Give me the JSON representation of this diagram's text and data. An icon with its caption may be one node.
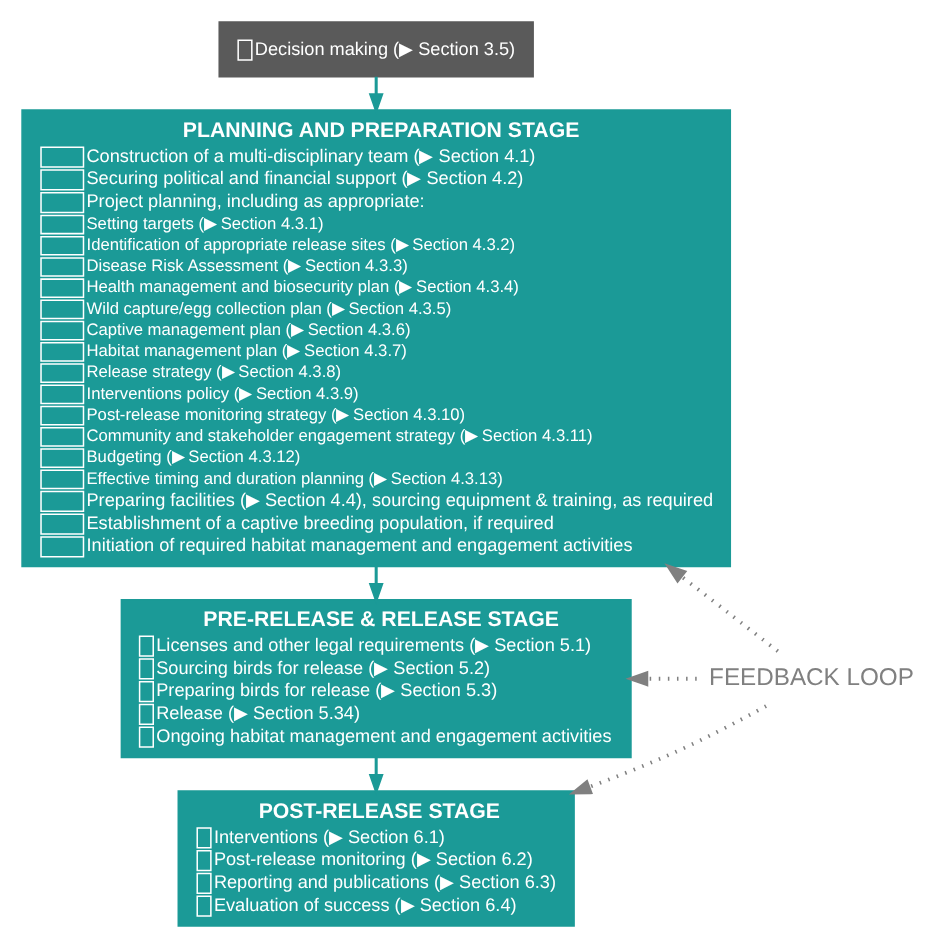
{
  "diagram": {
    "nodes": [
      {
        "text": [
          "Decision making (▶ Section 3.5)"
        ]
      },
      {
        "text": [
          "PLANNING AND PREPARATION STAGE",
          "Construction of a multi-disciplinary team (▶ Section 4.1)",
          "Securing political and financial support (▶ Section 4.2)",
          "Project planning, including as appropriate:",
          "Setting targets (▶ Section 4.3.1)",
          "Identification of appropriate release sites (▶ Section 4.3.2)",
          "Disease Risk Assessment (▶ Section 4.3.3)",
          "Health management and biosecurity plan (▶ Section 4.3.4)",
          "Wild capture/egg collection plan (▶ Section 4.3.5)",
          "Captive management plan (▶ Section 4.3.6)",
          "Habitat management plan (▶ Section 4.3.7)",
          "Release strategy (▶ Section 4.3.8)",
          "Interventions policy (▶ Section 4.3.9)",
          "Post-release monitoring strategy (▶ Section 4.3.10)",
          "Community and stakeholder engagement strategy (▶ Section 4.3.11)",
          "Budgeting (▶ Section 4.3.12)",
          "Effective timing and duration planning (▶ Section 4.3.13)",
          "Preparing facilities (▶ Section 4.4), sourcing equipment & training, as required",
          "Establishment of a captive breeding population, if required",
          "Initiation of required habitat management and engagement activities"
        ]
      },
      {
        "text": [
          "PRE-RELEASE & RELEASE STAGE",
          "Licenses and other legal requirements (▶ Section 5.1)",
          "Sourcing birds for release (▶ Section 5.2)",
          "Preparing birds for release (▶ Section 5.3)",
          "Release (▶ Section 5.34)",
          "Ongoing habitat management and engagement activities"
        ]
      },
      {
        "text": [
          "POST-RELEASE STAGE",
          "Interventions (▶ Section 6.1)",
          "Post-release monitoring (▶ Section 6.2)",
          "Reporting and publications (▶ Section 6.3)",
          "Evaluation of success (▶ Section 6.4)"
        ]
      },
      {
        "text": [
          "FEEDBACK LOOP"
        ]
      }
    ],
    "edges": [
      {
        "from": 0,
        "to": 1,
        "arrow": "to"
      },
      {
        "from": 1,
        "to": 2,
        "arrow": "to"
      },
      {
        "from": 2,
        "to": 3,
        "arrow": "to"
      },
      {
        "from": 4,
        "to": 1,
        "arrow": "to",
        "style": "dashed",
        "color": "#808080"
      },
      {
        "from": 4,
        "to": 2,
        "arrow": "to",
        "style": "dashed",
        "color": "#808080"
      },
      {
        "from": 4,
        "to": 3,
        "arrow": "to",
        "style": "dashed",
        "color": "#808080"
      }
    ]
  }
}
